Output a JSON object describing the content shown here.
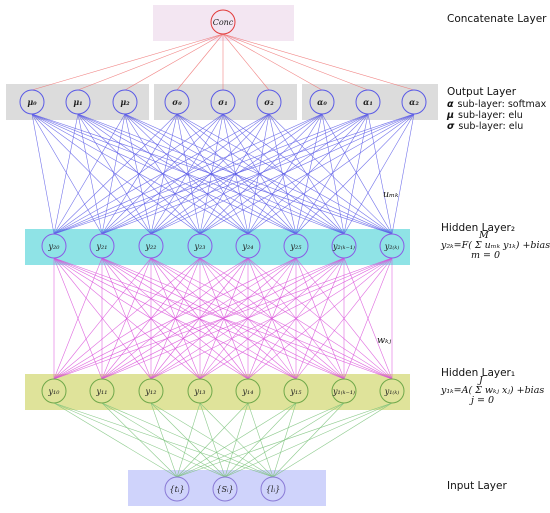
{
  "layers": {
    "concat": {
      "title": "Concatenate Layer",
      "nodes": [
        "Conc"
      ]
    },
    "output": {
      "title": "Output Layer",
      "sublayers": [
        {
          "symbol": "α",
          "text": "sub-layer: softmax"
        },
        {
          "symbol": "μ",
          "text": "sub-layer: elu"
        },
        {
          "symbol": "σ",
          "text": "sub-layer: elu"
        }
      ],
      "nodes": [
        "μ₀",
        "μ₁",
        "μ₂",
        "σ₀",
        "σ₁",
        "σ₂",
        "α₀",
        "α₁",
        "α₂"
      ]
    },
    "hidden2": {
      "title": "Hidden Layer₂",
      "formula": "y₂ₖ=F( Σ uₘₖ y₁ₖ) +bias",
      "sum_upper": "M",
      "sum_lower": "m = 0",
      "weight_label": "uₘₖ",
      "nodes": [
        "y₂₀",
        "y₂₁",
        "y₂₂",
        "y₂₃",
        "y₂₄",
        "y₂₅",
        "y₂₍ₖ₋₁₎",
        "y₂₍ₖ₎"
      ]
    },
    "hidden1": {
      "title": "Hidden Layer₁",
      "formula": "y₁ₖ=A( Σ wₖⱼ xⱼ) +bias",
      "sum_upper": "J",
      "sum_lower": "j = 0",
      "weight_label": "wₖⱼ",
      "nodes": [
        "y₁₀",
        "y₁₁",
        "y₁₂",
        "y₁₃",
        "y₁₄",
        "y₁₅",
        "y₁₍ₖ₋₁₎",
        "y₁₍ₖ₎"
      ]
    },
    "input": {
      "title": "Input Layer",
      "nodes": [
        "{tᵢ}",
        "{Sᵢ}",
        "{lᵢ}"
      ]
    }
  },
  "colors": {
    "concat_box": "#f3e6f2",
    "output_box": "#dcdcdc",
    "hidden2_box": "#8fe3e6",
    "hidden1_box": "#dfe39a",
    "input_box": "#cfd3fb",
    "concat_node": "#e23a3a",
    "output_node": "#5a5ae6",
    "hidden2_node": "#8a5ae6",
    "hidden1_node": "#6fa84a",
    "input_node": "#8a7ad6",
    "edge_red": "#ee7070",
    "edge_blue": "#5b5be8",
    "edge_magenta": "#d94fd9",
    "edge_green": "#7ac27a"
  }
}
